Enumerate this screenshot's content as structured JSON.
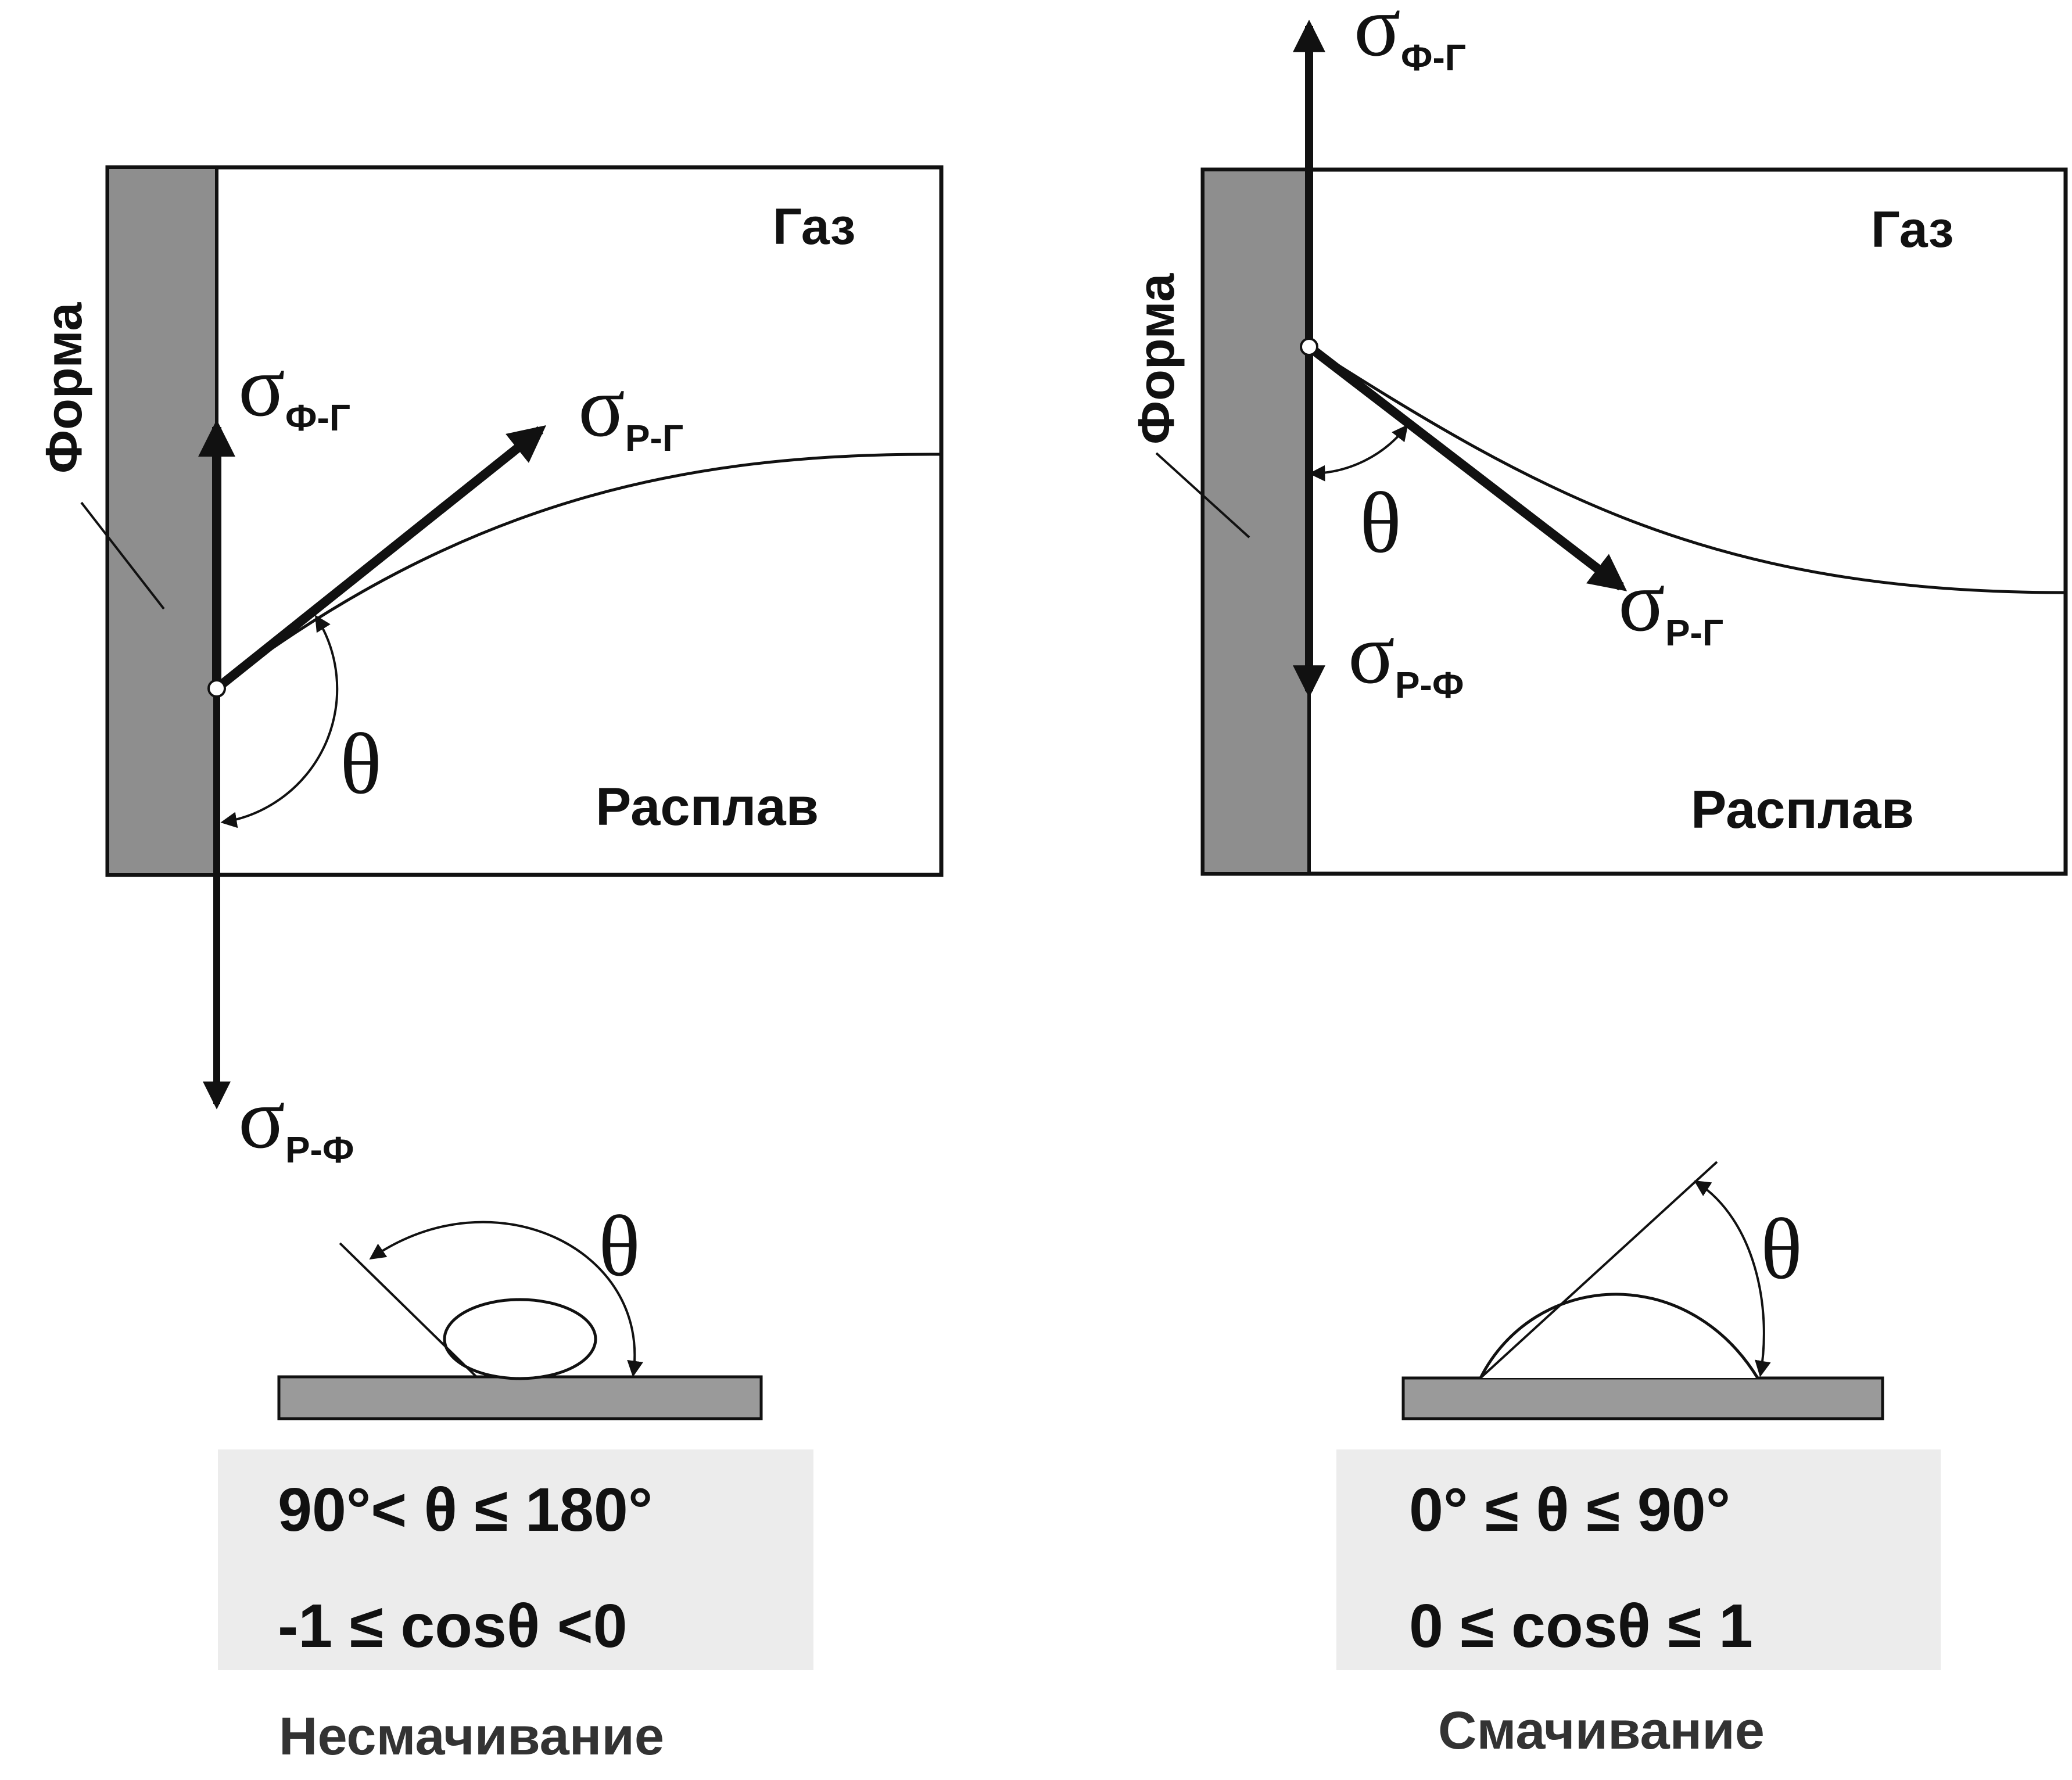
{
  "colors": {
    "ink": "#111111",
    "wall_fill": "#8e8e8e",
    "panel_fill": "#ffffff",
    "caption_bg": "#ececec",
    "substrate_fill": "#9a9a9a"
  },
  "left": {
    "wall_label": "Форма",
    "gas_label": "Газ",
    "melt_label": "Расплав",
    "theta": "θ",
    "sigma": "σ",
    "sub_fg": "Ф-Г",
    "sub_rg": "Р-Г",
    "sub_rf": "Р-Ф",
    "drop_theta": "θ",
    "cond1": "90°<  θ  ≤ 180°",
    "cond2": "-1 ≤  cosθ  <0",
    "caption": "Несмачивание"
  },
  "right": {
    "wall_label": "Форма",
    "gas_label": "Газ",
    "melt_label": "Расплав",
    "theta": "θ",
    "sigma": "σ",
    "sub_fg": "Ф-Г",
    "sub_rg": "Р-Г",
    "sub_rf": "Р-Ф",
    "drop_theta": "θ",
    "cond1": "0° ≤  θ  ≤   90°",
    "cond2": "0  ≤ cosθ ≤  1",
    "caption": "Смачивание"
  }
}
